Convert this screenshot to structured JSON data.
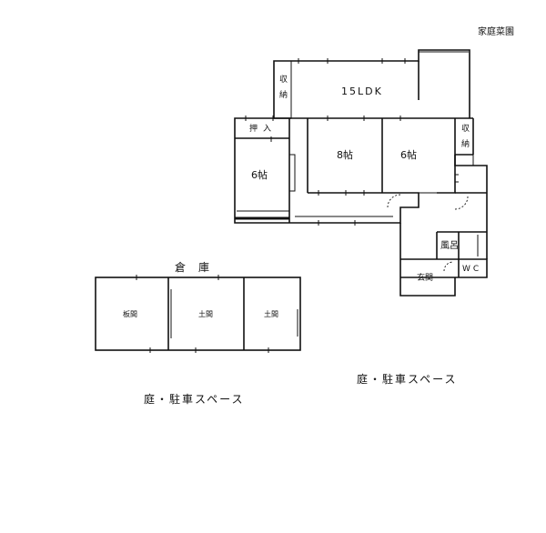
{
  "labels": {
    "garden_plot": "家庭菜園",
    "ldk": "15LDK",
    "storage_ldk": "収納",
    "storage_right": "収納",
    "closet": "押入",
    "room_6a": "6帖",
    "room_8": "8帖",
    "room_6b": "6帖",
    "bath": "風呂",
    "wc": "WC",
    "entrance": "玄関",
    "warehouse": "倉庫",
    "wood_floor": "板間",
    "earth_floor_1": "土間",
    "earth_floor_2": "土間",
    "yard_parking_right": "庭・駐車スペース",
    "yard_parking_left": "庭・駐車スペース"
  },
  "colors": {
    "line": "#111111",
    "background": "#ffffff"
  }
}
